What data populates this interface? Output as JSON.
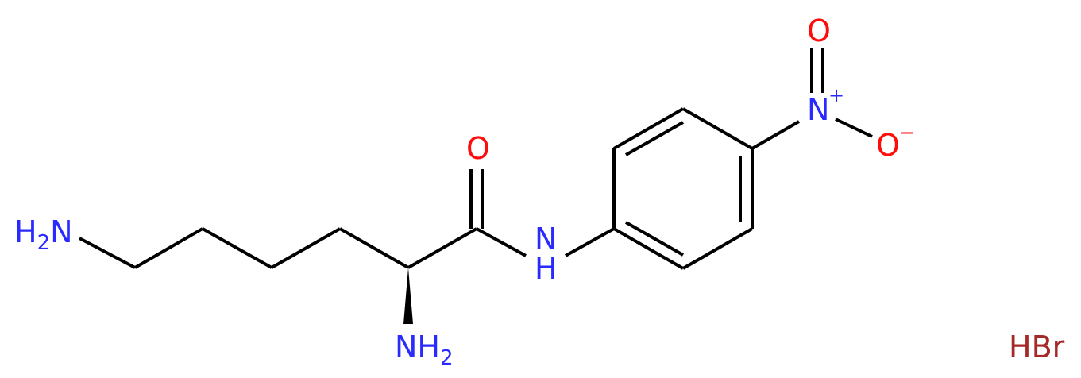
{
  "molecule": {
    "colors": {
      "bond": "#000000",
      "nitrogen": "#2a2aff",
      "oxygen": "#ff0d0d",
      "bromine": "#a62929"
    },
    "atoms": {
      "amine_terminal": {
        "main": "H",
        "sub": "2",
        "tail": "N"
      },
      "amine_alpha": {
        "main": "NH",
        "sub": "2"
      },
      "amide_nitrogen": "N",
      "amide_nitrogen_h": "H",
      "carbonyl_oxygen": "O",
      "nitro_nitrogen": "N",
      "nitro_charge_plus": "+",
      "nitro_oxygen_top": "O",
      "nitro_oxygen_right": "O",
      "nitro_charge_minus": "−"
    },
    "counterion": "HBr"
  }
}
